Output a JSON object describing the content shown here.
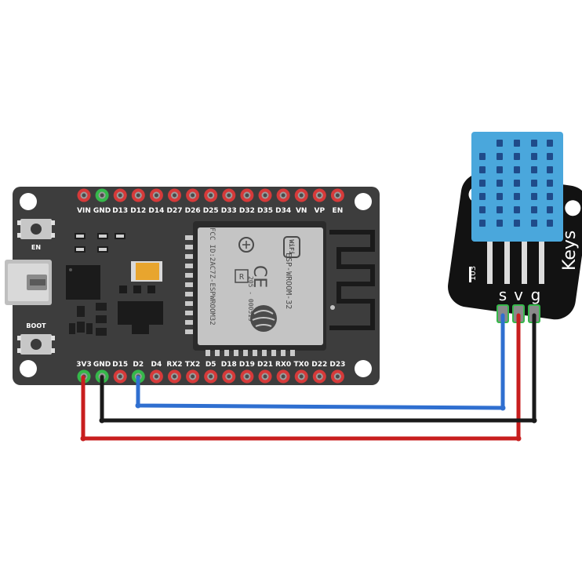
{
  "board": {
    "top_pins": [
      "VIN",
      "GND",
      "D13",
      "D12",
      "D14",
      "D27",
      "D26",
      "D25",
      "D33",
      "D32",
      "D35",
      "D34",
      "VN",
      "VP",
      "EN"
    ],
    "bottom_pins": [
      "3V3",
      "GND",
      "D15",
      "D2",
      "D4",
      "RX2",
      "TX2",
      "D5",
      "D18",
      "D19",
      "D21",
      "RX0",
      "TX0",
      "D22",
      "D23"
    ],
    "en_label": "EN",
    "boot_label": "BOOT",
    "module_lines": [
      "ESP-WROOM-32",
      "FCC ID:2AC7Z-ESPWROOM32",
      "205 - 000519"
    ],
    "module_marks": [
      "WiFi",
      "R"
    ]
  },
  "sensor": {
    "brand": "Keys",
    "part": "103",
    "pins": [
      "s",
      "v",
      "g"
    ]
  },
  "colors": {
    "board": "#3d3d3d",
    "pin_ring": "#d63a3a",
    "pin_ring_connected": "#35b84a",
    "sensor_body": "#4aa7dc",
    "wire_signal": "#2f6fd0",
    "wire_power": "#c81e1e",
    "wire_ground": "#1a1a1a"
  },
  "wires": [
    {
      "name": "signal",
      "from": "D2",
      "to": "s",
      "color": "blue"
    },
    {
      "name": "power",
      "from": "3V3",
      "to": "v",
      "color": "red"
    },
    {
      "name": "ground",
      "from": "GND",
      "to": "g",
      "color": "black"
    }
  ]
}
